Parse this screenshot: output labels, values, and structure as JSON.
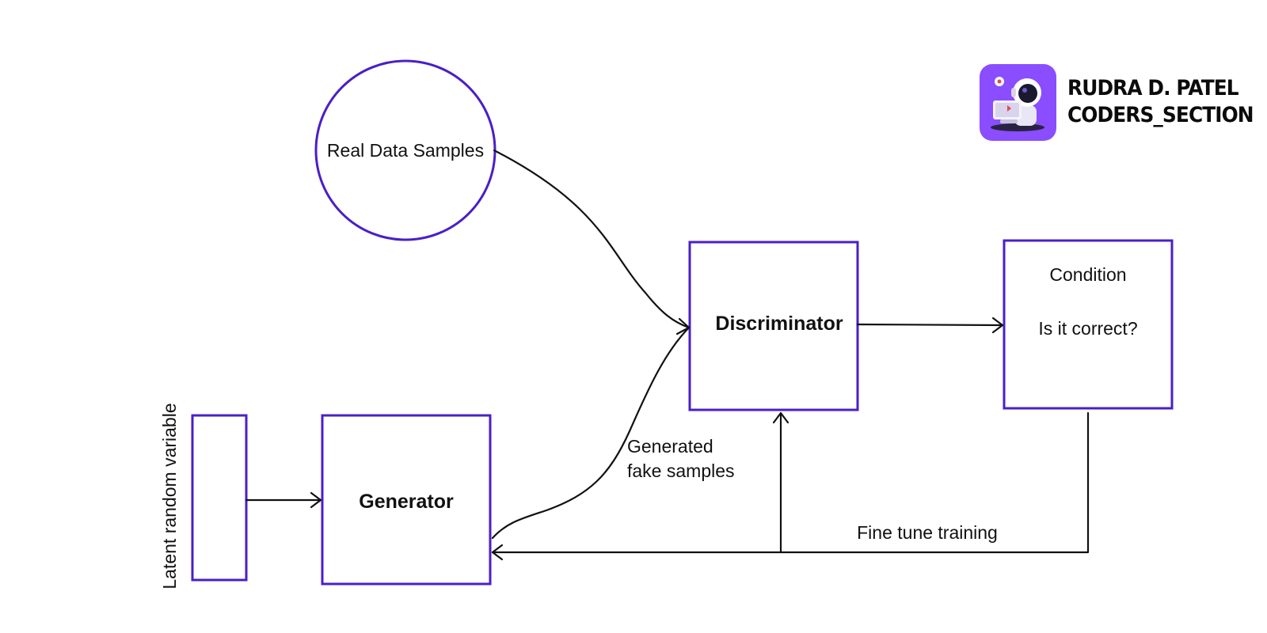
{
  "nodes": {
    "real_data": {
      "label": "Real Data Samples"
    },
    "discriminator": {
      "label": "Discriminator"
    },
    "condition": {
      "line1": "Condition",
      "line2": "Is it correct?"
    },
    "latent": {
      "label": "Latent random variable"
    },
    "generator": {
      "label": "Generator"
    }
  },
  "edges": {
    "generated_label_line1": "Generated",
    "generated_label_line2": "fake samples",
    "fine_tune_label": "Fine tune training"
  },
  "brand": {
    "line1": "RUDRA D. PATEL",
    "line2": "CODERS_SECTION",
    "logo_icon": "astronaut-laptop-icon"
  },
  "colors": {
    "node_stroke": "#4a1fc7",
    "edge": "#111111",
    "logo_background": "#8a4dff"
  }
}
